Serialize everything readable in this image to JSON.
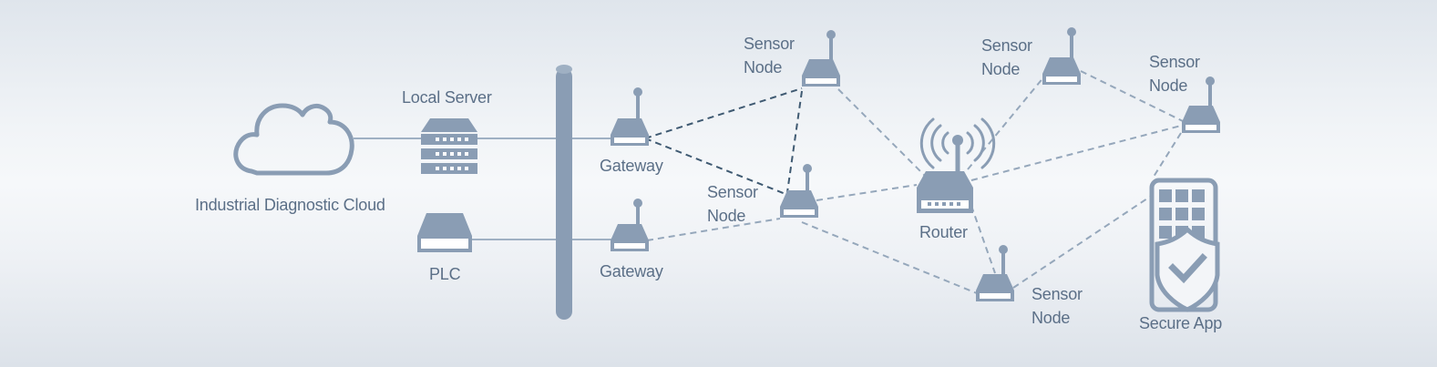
{
  "colors": {
    "device": "#8a9db4",
    "device_stroke": "#7f93ab",
    "label": "#5b6f87",
    "solid_link": "#9fb0c3",
    "dashed_link_dark": "#3f5a72",
    "dashed_link_light": "#95a7bb",
    "device_light": "#ffffff"
  },
  "labels": {
    "cloud": "Industrial Diagnostic Cloud",
    "local_server": "Local Server",
    "plc": "PLC",
    "gateway_top": "Gateway",
    "gateway_bottom": "Gateway",
    "router": "Router",
    "secure_app": "Secure App",
    "sensor_node_1": {
      "line1": "Sensor",
      "line2": "Node"
    },
    "sensor_node_2": {
      "line1": "Sensor",
      "line2": "Node"
    },
    "sensor_node_3": {
      "line1": "Sensor",
      "line2": "Node"
    },
    "sensor_node_4": {
      "line1": "Sensor",
      "line2": "Node"
    },
    "sensor_node_5": {
      "line1": "Sensor",
      "line2": "Node"
    }
  },
  "icons": {
    "cloud": "cloud-icon",
    "server": "server-icon",
    "plc": "plc-icon",
    "bus": "network-bus",
    "gateway": "gateway-antenna-icon",
    "sensor": "sensor-node-antenna-icon",
    "router": "wifi-router-icon",
    "app": "keypad-shield-checkmark-icon"
  }
}
